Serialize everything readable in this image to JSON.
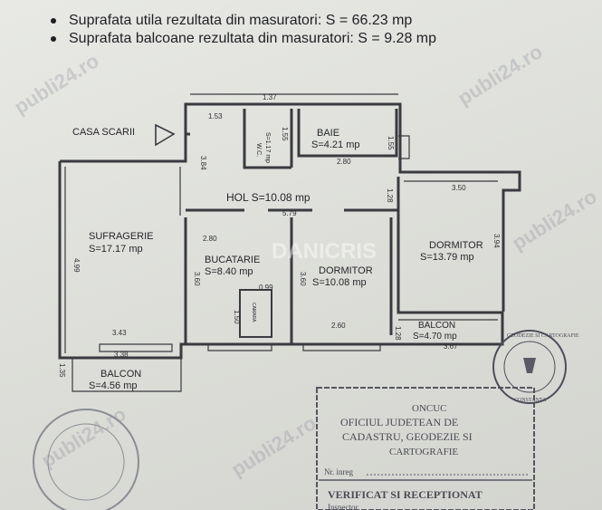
{
  "header": {
    "line1": "Suprafata utila rezultata din masuratori: S = 66.23  mp",
    "line2": "Suprafata balcoane rezultata din masuratori: S = 9.28 mp"
  },
  "plan": {
    "casa_scarii": "CASA SCARII",
    "hol": "HOL S=10.08 mp",
    "baie_name": "BAIE",
    "baie_area": "S=4.21 mp",
    "wc_name": "W.C.",
    "wc_area": "S=1.17 mp",
    "sufragerie_name": "SUFRAGERIE",
    "sufragerie_area": "S=17.17 mp",
    "bucatarie_name": "BUCATARIE",
    "bucatarie_area": "S=8.40 mp",
    "dormitor1_name": "DORMITOR",
    "dormitor1_area": "S=10.08 mp",
    "dormitor2_name": "DORMITOR",
    "dormitor2_area": "S=13.79 mp",
    "balcon1_name": "BALCON",
    "balcon1_area": "S=4.56 mp",
    "balcon2_name": "BALCON",
    "balcon2_area": "S=4.70 mp",
    "camara": "CAMARA",
    "brand": "DANICRIS",
    "dims": {
      "d137": "1.37",
      "d153": "1.53",
      "d155a": "1.55",
      "d155b": "1.55",
      "d384": "3.84",
      "d280a": "2.80",
      "d128a": "1.28",
      "d350": "3.50",
      "d579": "5.79",
      "d394": "3.94",
      "d499": "4.99",
      "d280b": "2.80",
      "d360a": "3.60",
      "d360b": "3.60",
      "d099": "0.99",
      "d150": "1.50",
      "d343": "3.43",
      "d338": "3.38",
      "d260": "2.60",
      "d128b": "1.28",
      "d367": "3.67",
      "d135": "1.35"
    }
  },
  "stamp": {
    "oncuc": "ONCUC",
    "oficiul": "OFICIUL JUDETEAN DE",
    "cadastru": "CADASTRU, GEODEZIE SI",
    "cartografie": "CARTOGRAFIE",
    "nr": "Nr. inreg",
    "verificat": "VERIFICAT SI RECEPTIONAT",
    "inspector": "Inspector",
    "geodezie": "GEODEZIE SI CARTOGRAFIE",
    "constanta": "CONSTANTA"
  },
  "watermarks": [
    "publi24.ro",
    "publi24.ro",
    "publi24.ro",
    "publi24.ro",
    "publi24.ro"
  ]
}
